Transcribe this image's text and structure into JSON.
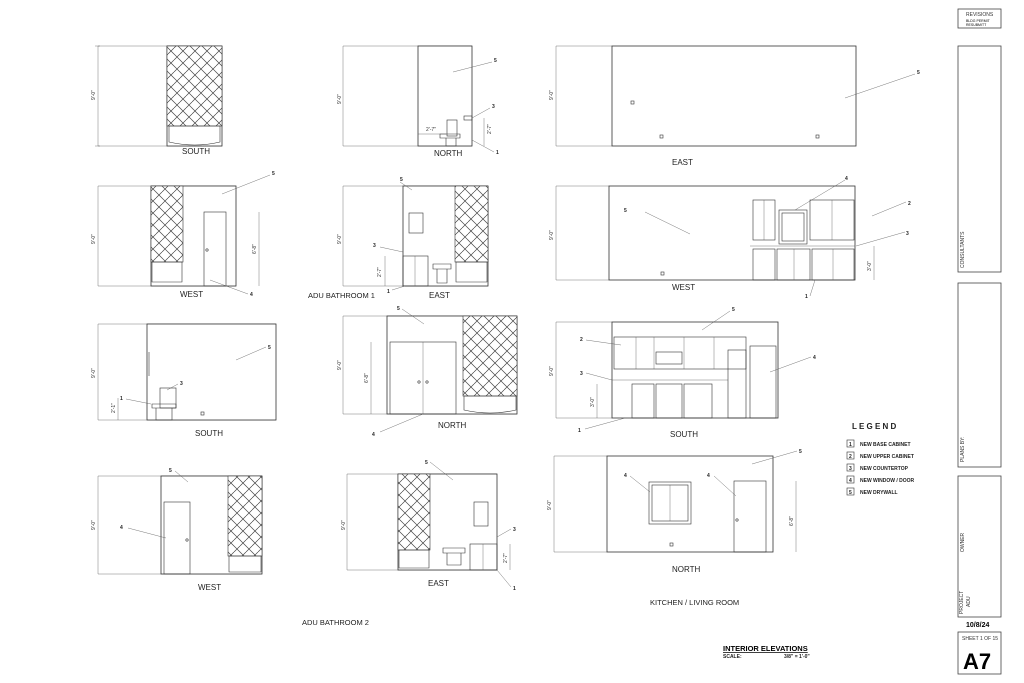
{
  "sections": {
    "bath1": "ADU BATHROOM 1",
    "bath2": "ADU BATHROOM 2",
    "kitchen": "KITCHEN / LIVING ROOM"
  },
  "views": {
    "b1_south": "SOUTH",
    "b1_north": "NORTH",
    "b1_west": "WEST",
    "b1_east": "EAST",
    "b2_south": "SOUTH",
    "b2_north": "NORTH",
    "b2_west": "WEST",
    "b2_east": "EAST",
    "k_east": "EAST",
    "k_west": "WEST",
    "k_south": "SOUTH",
    "k_north": "NORTH"
  },
  "dims": {
    "wall_height": "9'-0\"",
    "door_height": "6'-8\"",
    "toilet_width": "2'-7\"",
    "vanity_height": "2'-7\"",
    "toilet_height": "2'-1\"",
    "counter_height": "3'-0\""
  },
  "keys": [
    "1",
    "2",
    "3",
    "4",
    "5"
  ],
  "legend": {
    "title": "L E G E N D",
    "items": [
      {
        "num": "1",
        "text": "NEW BASE CABINET"
      },
      {
        "num": "2",
        "text": "NEW UPPER CABINET"
      },
      {
        "num": "3",
        "text": "NEW  COUNTERTOP"
      },
      {
        "num": "4",
        "text": "NEW WINDOW / DOOR"
      },
      {
        "num": "5",
        "text": "NEW DRYWALL"
      }
    ]
  },
  "title_block": {
    "revisions": "REVISIONS",
    "rev1": "BLDG PERMIT",
    "rev2": "RESUBMITT",
    "consultants": "CONSULTANTS",
    "plans_by": "PLANS BY:",
    "owner": "OWNER",
    "project": "PROJECT",
    "project_name": "ADU",
    "date": "10/8/24",
    "sheet_of": "SHEET 1 OF 15",
    "sheet_num": "A7"
  },
  "drawing_title": {
    "title": "INTERIOR ELEVATIONS",
    "scale_label": "SCALE:",
    "scale": "3/8\" = 1'-0\""
  }
}
